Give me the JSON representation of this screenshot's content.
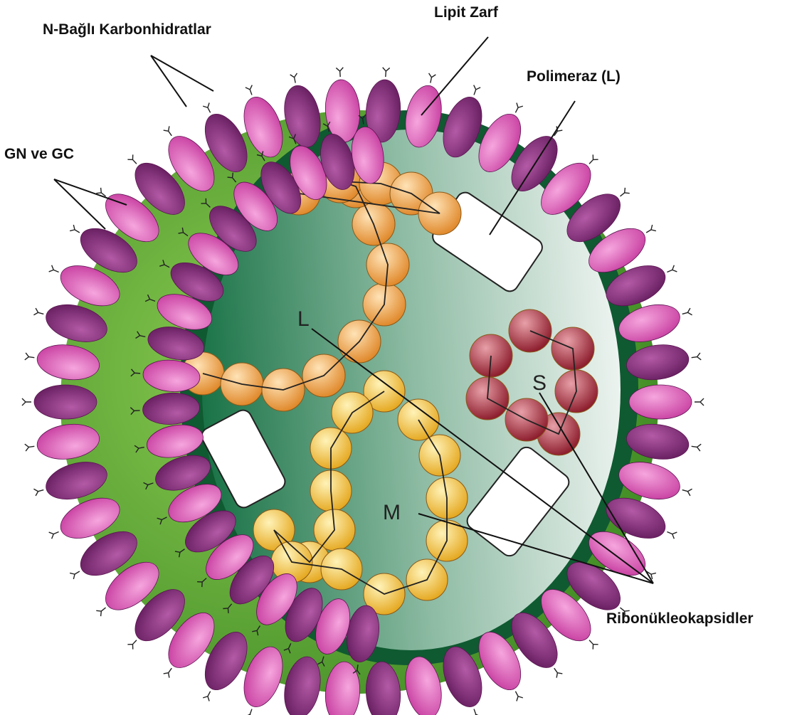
{
  "labels": {
    "carbohydrates": "N-Bağlı Karbonhidratlar",
    "envelope": "Lipit Zarf",
    "polymerase": "Polimeraz (L)",
    "glycoproteins": "GN ve GC",
    "ribonucleocapsids": "Ribonükleokapsidler",
    "segment_l": "L",
    "segment_m": "M",
    "segment_s": "S"
  },
  "colors": {
    "outer_membrane": "#68a83a",
    "envelope_band": "#0f5a31",
    "core_dark": "#1f7a4c",
    "core_light": "#eaf2ee",
    "glycoprotein_dark": "#7f2a78",
    "glycoprotein_pink": "#db5bb4",
    "segment_l": "#f0a24a",
    "segment_m": "#f5c43e",
    "segment_s": "#a52a3a",
    "polymerase_box": "#ffffff",
    "leader_lines": "#111111"
  },
  "icons": {
    "glycan": "y-branch-icon"
  }
}
